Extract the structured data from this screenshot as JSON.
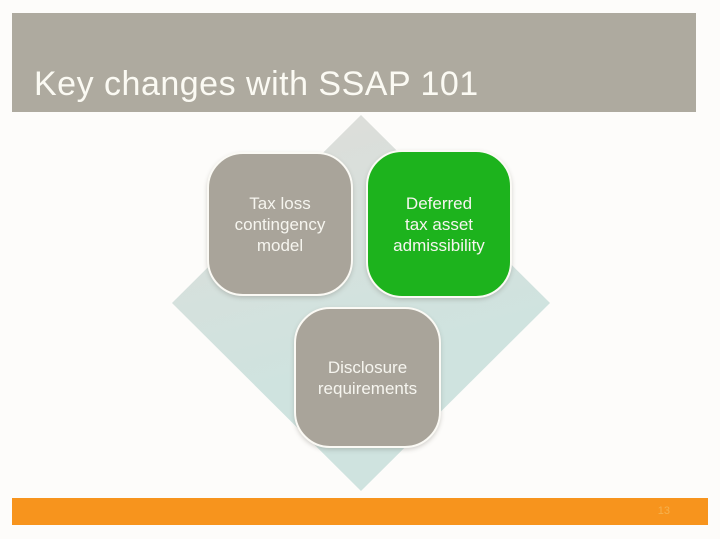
{
  "slide": {
    "title": "Key changes with SSAP 101",
    "page_number": "13"
  },
  "diagram": {
    "type": "diamond-backdrop-with-rounded-nodes",
    "items": [
      {
        "label": "Tax loss\ncontingency\nmodel",
        "highlighted": false,
        "color": "#a9a49a"
      },
      {
        "label": "Deferred\ntax asset\nadmissibility",
        "highlighted": true,
        "color": "#1db31d"
      },
      {
        "label": "Disclosure\nrequirements",
        "highlighted": false,
        "color": "#a9a49a"
      }
    ]
  },
  "colors": {
    "slide_bg": "#fdfcfa",
    "header_bg": "#aeaa9f",
    "title_text": "#fbfaf3",
    "box_gray": "#a9a49a",
    "box_green": "#1db31d",
    "box_text": "#f6f5ef",
    "diamond_top": "#dcdeda",
    "diamond_bottom": "#cfe3df",
    "footer_orange": "#f7941d",
    "page_number_text": "#f5b14e"
  }
}
